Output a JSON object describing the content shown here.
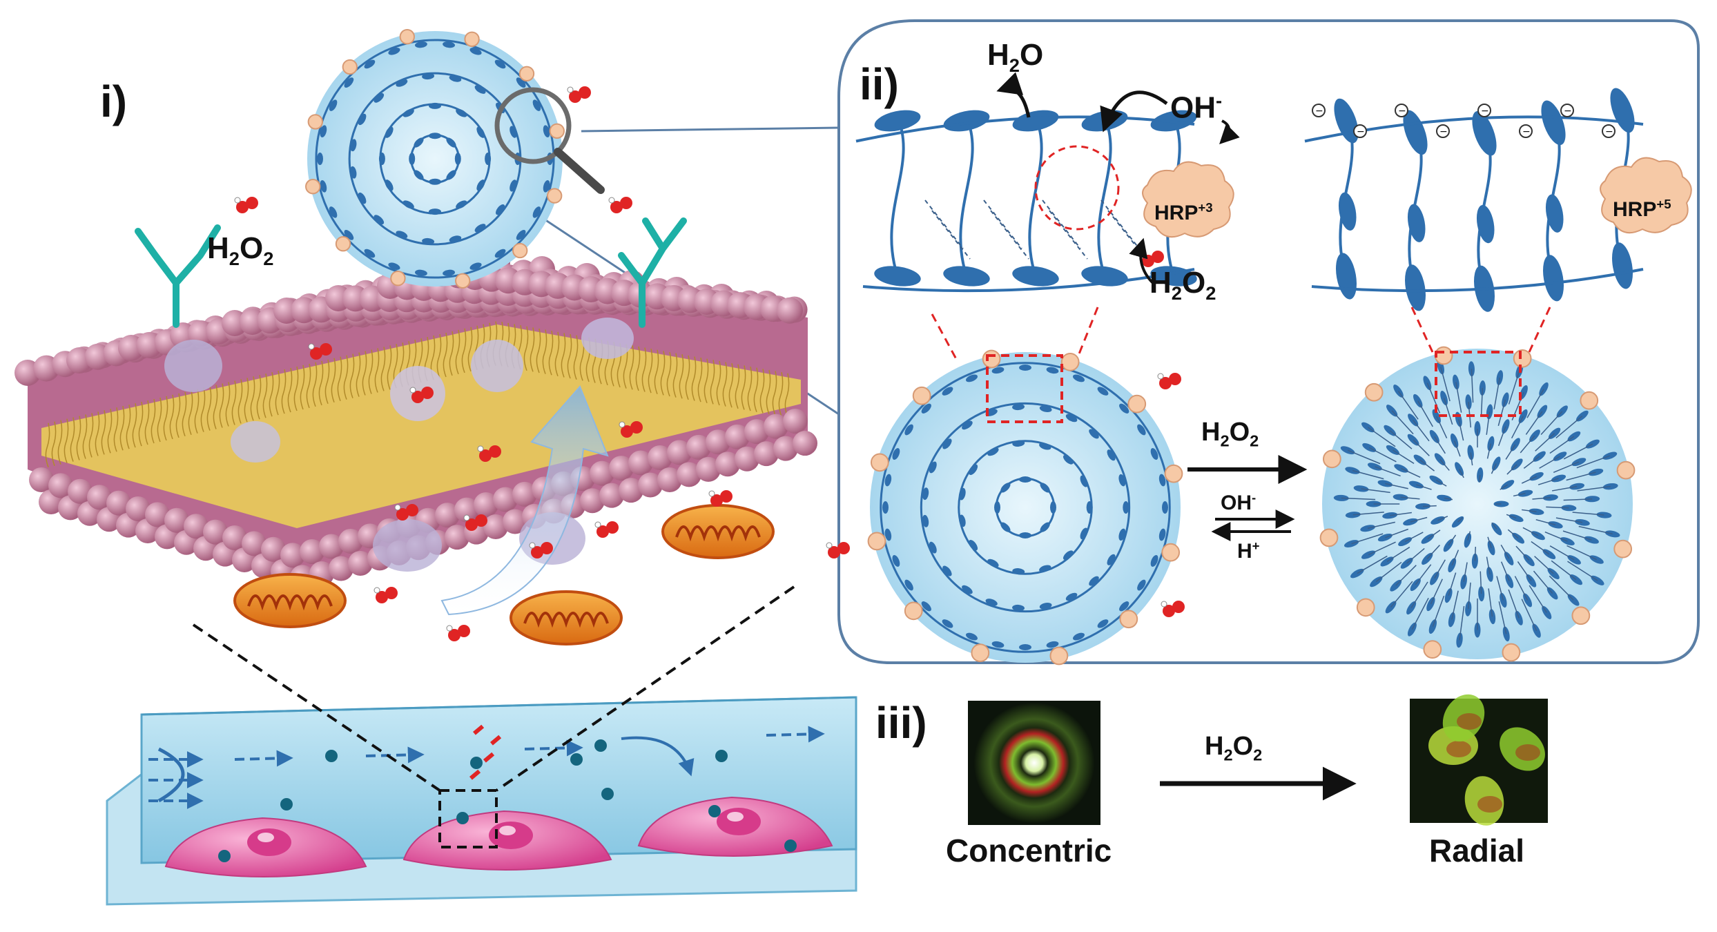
{
  "panels": {
    "i": {
      "label": "i)",
      "h2o2": [
        "H",
        "2",
        "O",
        "2"
      ]
    },
    "ii": {
      "label": "ii)",
      "h2o": [
        "H",
        "2",
        "O"
      ],
      "oh": [
        "OH",
        "-"
      ],
      "hrp_left": [
        "HRP",
        "+3"
      ],
      "hrp_right": [
        "HRP",
        "+5"
      ],
      "h2o2_left": [
        "H",
        "2",
        "O",
        "2"
      ],
      "arrow_h2o2": [
        "H",
        "2",
        "O",
        "2"
      ],
      "arrow_oh": [
        "OH",
        "-"
      ],
      "arrow_h": [
        "H",
        "+"
      ]
    },
    "iii": {
      "label": "iii)",
      "arrow_h2o2": [
        "H",
        "2",
        "O",
        "2"
      ],
      "concentric": "Concentric",
      "radial": "Radial"
    }
  },
  "colors": {
    "membrane": "#c98aa8",
    "lipid_tail": "#e3c65a",
    "micelle_fill": "#bfe3f3",
    "ellipsoid": "#2f6fae",
    "hrp": "#f6c9a6",
    "h2o2": "#e02424",
    "channel": "#9ed3ea",
    "cell": "#e86cac",
    "mito": "#f39a2a",
    "dashed_red": "#e02424"
  }
}
